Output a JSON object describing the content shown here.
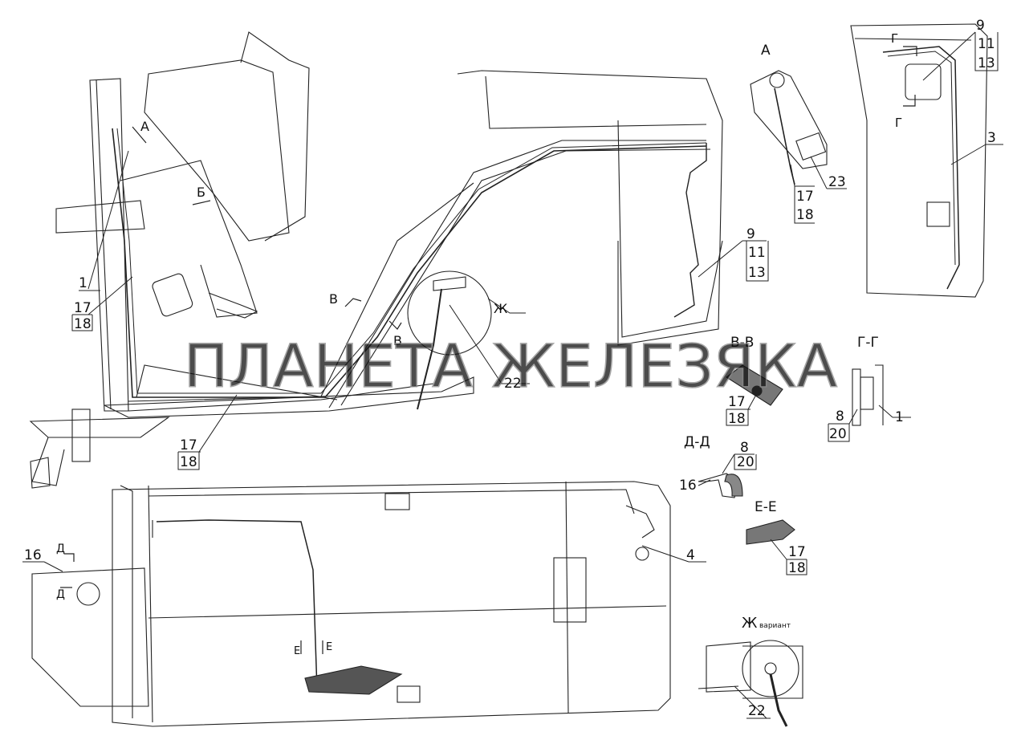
{
  "watermark": "ПЛАНЕТА ЖЕЛЕЗЯКА",
  "views": {
    "view_a": "А",
    "section_vv": "В-В",
    "section_gg": "Г-Г",
    "section_dd": "Д-Д",
    "section_ee": "Е-Е",
    "view_zh": "Ж",
    "view_zh_note": "вариант"
  },
  "markers": {
    "a": "А",
    "b": "Б",
    "v": "В",
    "g": "Г",
    "d": "Д",
    "e": "Е",
    "zh": "Ж"
  },
  "callouts": {
    "c1": "1",
    "c3": "3",
    "c4": "4",
    "c8": "8",
    "c9": "9",
    "c11": "11",
    "c13": "13",
    "c16": "16",
    "c17": "17",
    "c18": "18",
    "c20": "20",
    "c22": "22",
    "c23": "23"
  }
}
